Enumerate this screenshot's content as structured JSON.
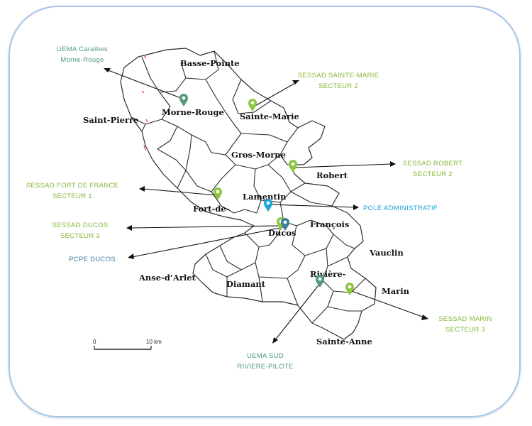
{
  "communes": [
    {
      "id": "basse-pointe",
      "label": "Basse-Pointe"
    },
    {
      "id": "morne-rouge",
      "label": "Morne-Rouge"
    },
    {
      "id": "sainte-marie",
      "label": "Sainte-Marie"
    },
    {
      "id": "saint-pierre",
      "label": "Saint-Pierre"
    },
    {
      "id": "gros-morne",
      "label": "Gros-Morne"
    },
    {
      "id": "robert",
      "label": "Robert"
    },
    {
      "id": "lamentin",
      "label": "Lamentin"
    },
    {
      "id": "fort-de",
      "label": "Fort-de-"
    },
    {
      "id": "francois",
      "label": "François"
    },
    {
      "id": "ducos",
      "label": "Ducos"
    },
    {
      "id": "vauclin",
      "label": "Vauclin"
    },
    {
      "id": "anse-darlet",
      "label": "Anse-d’Arlet"
    },
    {
      "id": "riviere",
      "label": "Rivière-"
    },
    {
      "id": "diamant",
      "label": "Diamant"
    },
    {
      "id": "marin",
      "label": "Marin"
    },
    {
      "id": "sainte-anne",
      "label": "Sainte-Anne"
    }
  ],
  "services": {
    "uema_caraibes": {
      "lines": [
        "UEMA Caraïbes",
        "Morne-Rouge"
      ],
      "color": "#4f9a78"
    },
    "sessad_sainte_marie": {
      "lines": [
        "SESSAD SAINTE-MARIE",
        "SECTEUR 2"
      ],
      "color": "#86b83a"
    },
    "sessad_robert": {
      "lines": [
        "SESSAD ROBERT",
        "SECTEUR 2"
      ],
      "color": "#86b83a"
    },
    "sessad_fdf": {
      "lines": [
        "SESSAD FORT DE FRANCE",
        "SECTEUR 1"
      ],
      "color": "#86b83a"
    },
    "pole_admin": {
      "lines": [
        "POLE ADMINISTRATIF"
      ],
      "color": "#1aa3dd"
    },
    "sessad_ducos": {
      "lines": [
        "SESSAD DUCOS",
        "SECTEUR 3"
      ],
      "color": "#86b83a"
    },
    "pcpe_ducos": {
      "lines": [
        "PCPE DUCOS"
      ],
      "color": "#3b7d9e"
    },
    "sessad_marin": {
      "lines": [
        "SESSAD MARIN",
        "SECTEUR 3"
      ],
      "color": "#86b83a"
    },
    "uema_sud": {
      "lines": [
        "UEMA SUD",
        "RIVIERE-PILOTE"
      ],
      "color": "#4f9a78"
    }
  },
  "markers": [
    {
      "id": "morne-rouge",
      "icon": "map-pin-icon",
      "color": "#4f9a78"
    },
    {
      "id": "sainte-marie",
      "icon": "map-pin-icon",
      "color": "#8cc63f"
    },
    {
      "id": "robert",
      "icon": "map-pin-icon",
      "color": "#8cc63f"
    },
    {
      "id": "fort-de-france",
      "icon": "map-pin-icon",
      "color": "#8cc63f"
    },
    {
      "id": "lamentin",
      "icon": "map-pin-icon",
      "color": "#1aa3dd"
    },
    {
      "id": "ducos-green",
      "icon": "map-pin-icon",
      "color": "#8cc63f"
    },
    {
      "id": "ducos-blue",
      "icon": "map-pin-icon",
      "color": "#3b7d9e"
    },
    {
      "id": "riviere-pilote",
      "icon": "map-pin-icon",
      "color": "#4f9a78"
    },
    {
      "id": "marin",
      "icon": "map-pin-icon",
      "color": "#8cc63f"
    }
  ],
  "scale": {
    "start": "0",
    "end": "10 km"
  }
}
